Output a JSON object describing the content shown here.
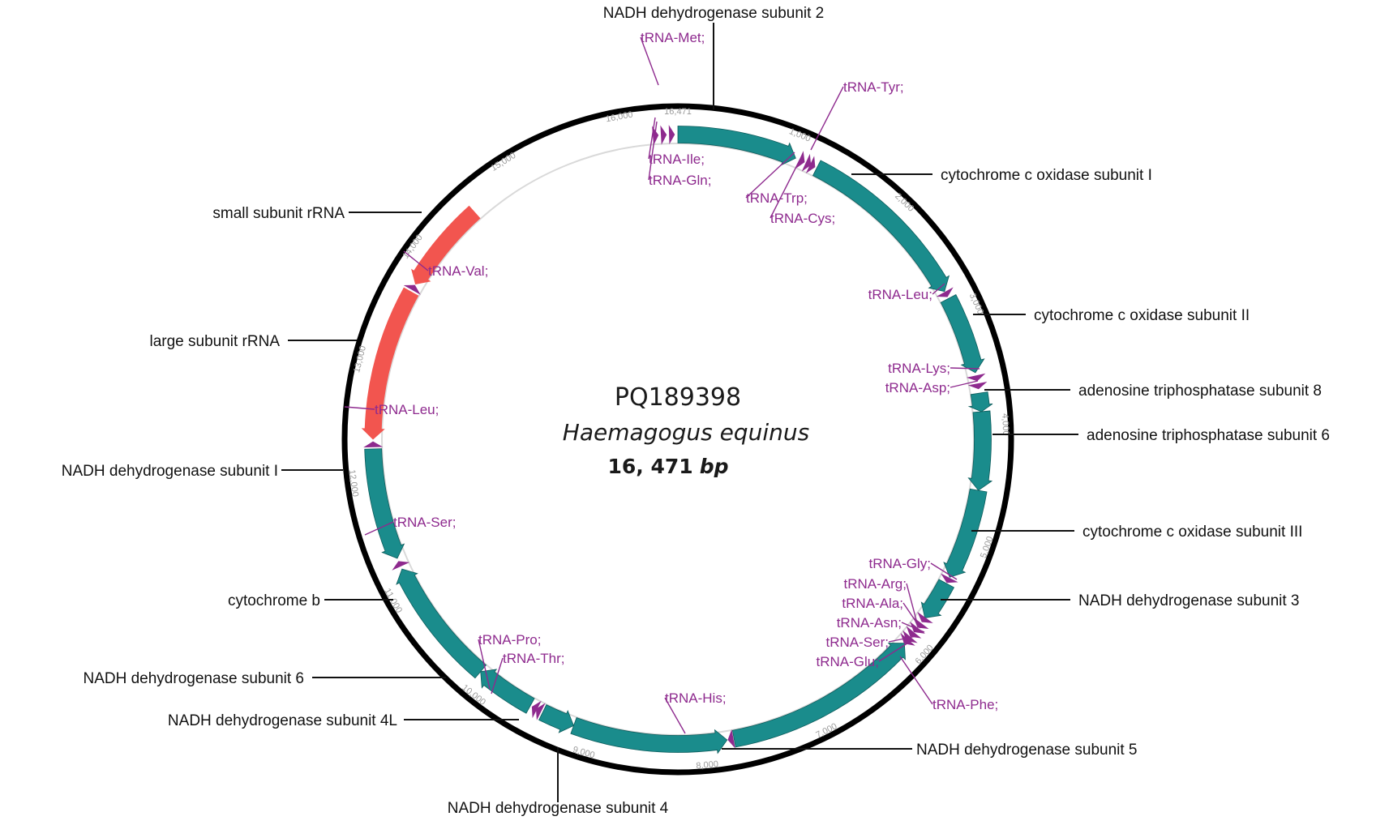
{
  "genome": {
    "accession": "PQ189398",
    "species": "Haemagogus equinus",
    "length_label": "16, 471",
    "length_unit": "bp",
    "length_bp": 16471
  },
  "colors": {
    "protein": "#1a8c8c",
    "rrna": "#f2554f",
    "trna": "#8e2a8e",
    "label_line": "#111111",
    "backbone": "#000000",
    "inner_ring": "#d9d9d9",
    "tick_text": "#9a9a9a"
  },
  "ticks": [
    "1,000",
    "2,000",
    "3,000",
    "4,000",
    "5,000",
    "6,000",
    "7,000",
    "8,000",
    "9,000",
    "10,000",
    "11,000",
    "12,000",
    "13,000",
    "14,000",
    "15,000",
    "16,000",
    "16,471"
  ],
  "features": [
    {
      "id": "nad2",
      "type": "protein",
      "label": "NADH dehydrogenase subunit 2",
      "start": 0,
      "end": 1040,
      "strand": 1
    },
    {
      "id": "cox1",
      "type": "protein",
      "label": "cytochrome c oxidase subunit I",
      "start": 1240,
      "end": 2790,
      "strand": 1
    },
    {
      "id": "cox2",
      "type": "protein",
      "label": "cytochrome c oxidase subunit II",
      "start": 2860,
      "end": 3540,
      "strand": 1
    },
    {
      "id": "atp8",
      "type": "protein",
      "label": "adenosine triphosphatase subunit 8",
      "start": 3720,
      "end": 3880,
      "strand": 1
    },
    {
      "id": "atp6",
      "type": "protein",
      "label": "adenosine triphosphatase subunit 6",
      "start": 3880,
      "end": 4560,
      "strand": 1
    },
    {
      "id": "cox3",
      "type": "protein",
      "label": "cytochrome c oxidase subunit III",
      "start": 4560,
      "end": 5350,
      "strand": 1
    },
    {
      "id": "nad3",
      "type": "protein",
      "label": "NADH dehydrogenase subunit 3",
      "start": 5410,
      "end": 5760,
      "strand": 1
    },
    {
      "id": "nad5",
      "type": "protein",
      "label": "NADH dehydrogenase subunit 5",
      "start": 6040,
      "end": 7750,
      "strand": -1
    },
    {
      "id": "nad4",
      "type": "protein",
      "label": "NADH dehydrogenase subunit 4",
      "start": 7810,
      "end": 9150,
      "strand": -1
    },
    {
      "id": "nad4l",
      "type": "protein",
      "label": "NADH dehydrogenase subunit 4L",
      "start": 9150,
      "end": 9440,
      "strand": -1
    },
    {
      "id": "nad6",
      "type": "protein",
      "label": "NADH dehydrogenase subunit 6",
      "start": 9560,
      "end": 10080,
      "strand": 1
    },
    {
      "id": "cob",
      "type": "protein",
      "label": "cytochrome b",
      "start": 10080,
      "end": 11200,
      "strand": 1
    },
    {
      "id": "nad1",
      "type": "protein",
      "label": "NADH dehydrogenase subunit I",
      "start": 11300,
      "end": 12270,
      "strand": -1
    },
    {
      "id": "rrnL",
      "type": "rrna",
      "label": "large subunit rRNA",
      "start": 12350,
      "end": 13680,
      "strand": -1
    },
    {
      "id": "rrnS",
      "type": "rrna",
      "label": "small subunit rRNA",
      "start": 13750,
      "end": 14560,
      "strand": -1
    }
  ],
  "trnas": [
    {
      "label": "tRNA-Met;",
      "pos": 16420
    },
    {
      "label": "tRNA-Ile;",
      "pos": 16280
    },
    {
      "label": "tRNA-Gln;",
      "pos": 16350
    },
    {
      "label": "tRNA-Tyr;",
      "pos": 1200
    },
    {
      "label": "tRNA-Trp;",
      "pos": 1100
    },
    {
      "label": "tRNA-Cys;",
      "pos": 1160
    },
    {
      "label": "tRNA-Leu;",
      "pos": 2820
    },
    {
      "label": "tRNA-Lys;",
      "pos": 3590
    },
    {
      "label": "tRNA-Asp;",
      "pos": 3660
    },
    {
      "label": "tRNA-Gly;",
      "pos": 5380
    },
    {
      "label": "tRNA-Arg;",
      "pos": 5780
    },
    {
      "label": "tRNA-Ala;",
      "pos": 5840
    },
    {
      "label": "tRNA-Asn;",
      "pos": 5890
    },
    {
      "label": "tRNA-Ser;",
      "pos": 5940
    },
    {
      "label": "tRNA-Glu;",
      "pos": 5990
    },
    {
      "label": "tRNA-Phe;",
      "pos": 6020
    },
    {
      "label": "tRNA-His;",
      "pos": 7780
    },
    {
      "label": "tRNA-Pro;",
      "pos": 9480
    },
    {
      "label": "tRNA-Thr;",
      "pos": 9520
    },
    {
      "label": "tRNA-Ser;",
      "pos": 11250
    },
    {
      "label": "tRNA-Leu;",
      "pos": 12310
    },
    {
      "label": "tRNA-Val;",
      "pos": 13720
    }
  ]
}
